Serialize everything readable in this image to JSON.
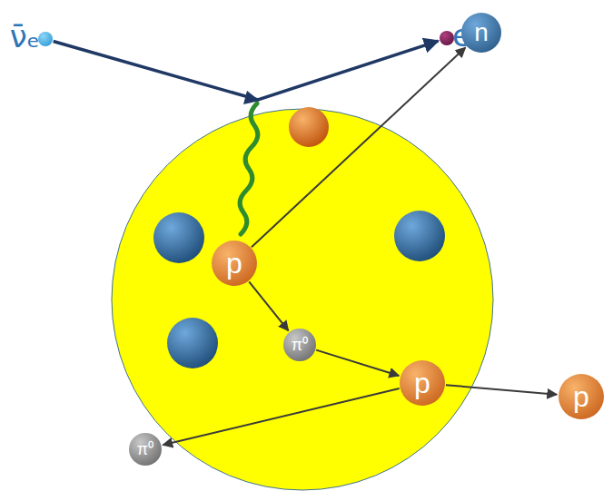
{
  "diagram": {
    "nodes": [
      {
        "text": [
          "ν̄ₑ"
        ]
      },
      {
        "text": [
          "e⁺"
        ]
      },
      {
        "text": [
          "n"
        ]
      },
      {
        "text": [
          "p"
        ]
      },
      {
        "text": [
          "π⁰"
        ]
      },
      {
        "text": [
          "p"
        ]
      },
      {
        "text": [
          "p"
        ]
      },
      {
        "text": [
          "π⁰"
        ]
      }
    ],
    "edges": [
      {
        "from": 0,
        "to": 1,
        "arrow": "to"
      },
      {
        "from": 3,
        "to": 2,
        "arrow": "to"
      },
      {
        "from": 3,
        "to": 4,
        "arrow": "to"
      },
      {
        "from": 4,
        "to": 5,
        "arrow": "to"
      },
      {
        "from": 5,
        "to": 6,
        "arrow": "to"
      },
      {
        "from": 5,
        "to": 7,
        "arrow": "to"
      }
    ]
  }
}
